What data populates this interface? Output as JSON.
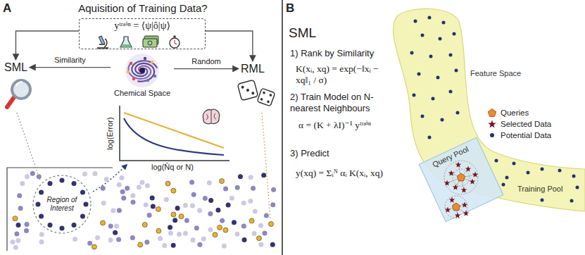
{
  "diagram": {
    "nodes": [
      {
        "text": [
          "Aquisition of Training Data?",
          "yᵗʳᵃⁱⁿ = ⟨ψ|ô|ψ⟩"
        ]
      },
      {
        "text": [
          "SML"
        ]
      },
      {
        "text": [
          "Chemical Space"
        ]
      },
      {
        "text": [
          "RML"
        ]
      },
      {
        "text": [
          "Region of Interest"
        ]
      },
      {
        "text": [
          "Feature Space",
          "Training Pool"
        ]
      },
      {
        "text": [
          "Query Pool"
        ]
      }
    ],
    "edges": [
      {
        "from": 0,
        "to": 1,
        "arrow": "to"
      },
      {
        "from": 0,
        "to": 3,
        "arrow": "to"
      },
      {
        "from": 2,
        "to": 1,
        "arrow": "to",
        "label": "Similarity"
      },
      {
        "from": 2,
        "to": 3,
        "arrow": "to",
        "label": "Random"
      }
    ],
    "labels": [
      "A",
      "log(Error)",
      "log(N̄q or N)",
      "B",
      "SML",
      "1) Rank by Similarity",
      "K(xᵢ, xq) = exp(−‖xᵢ − xq‖₁ / σ)",
      "2) Train Model on N-nearest Neighbours",
      "α = (K + λI)⁻¹ yᵗʳᵃⁱⁿ",
      "3) Predict",
      "y(xq) = Σᵢᴺ αᵢ K(xᵢ, xq)"
    ],
    "legend": [
      {
        "text": "Queries"
      },
      {
        "text": "Selected Data"
      },
      {
        "text": "Potential Data"
      }
    ]
  }
}
